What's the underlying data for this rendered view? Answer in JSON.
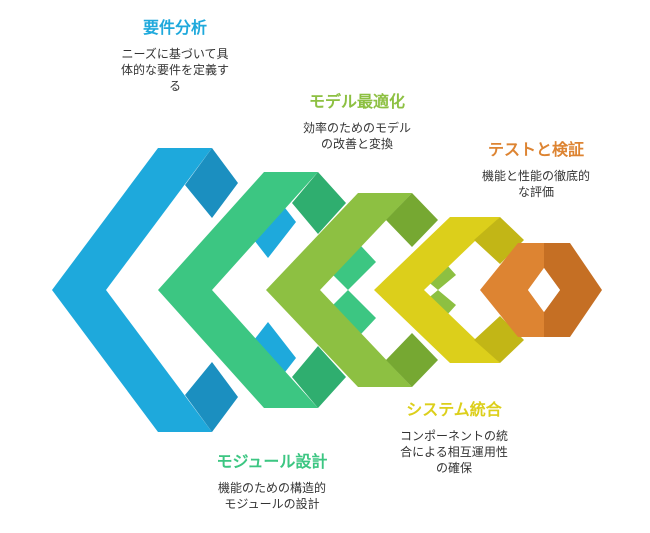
{
  "colors": {
    "blue": "#1ea9dc",
    "blue_dark": "#1b8fc0",
    "green": "#3cc682",
    "green_dark": "#2fae6f",
    "lime": "#8dc042",
    "lime_dark": "#76a832",
    "yellow": "#dccf1b",
    "yellow_dark": "#c2b616",
    "orange": "#dd8432",
    "orange_dark": "#c56f24"
  },
  "stages": [
    {
      "id": "requirements",
      "title": "要件分析",
      "desc_lines": [
        "ニーズに基づいて具",
        "体的な要件を定義す",
        "る"
      ],
      "color": "#1ea9dc"
    },
    {
      "id": "model",
      "title": "モデル最適化",
      "desc_lines": [
        "効率のためのモデル",
        "の改善と変換"
      ],
      "color": "#8dc042"
    },
    {
      "id": "test",
      "title": "テストと検証",
      "desc_lines": [
        "機能と性能の徹底的",
        "な評価"
      ],
      "color": "#dd8432"
    },
    {
      "id": "system",
      "title": "システム統合",
      "desc_lines": [
        "コンポーネントの統",
        "合による相互運用性",
        "の確保"
      ],
      "color": "#dccf1b"
    },
    {
      "id": "module",
      "title": "モジュール設計",
      "desc_lines": [
        "機能のための構造的",
        "モジュールの設計"
      ],
      "color": "#3cc682"
    }
  ]
}
